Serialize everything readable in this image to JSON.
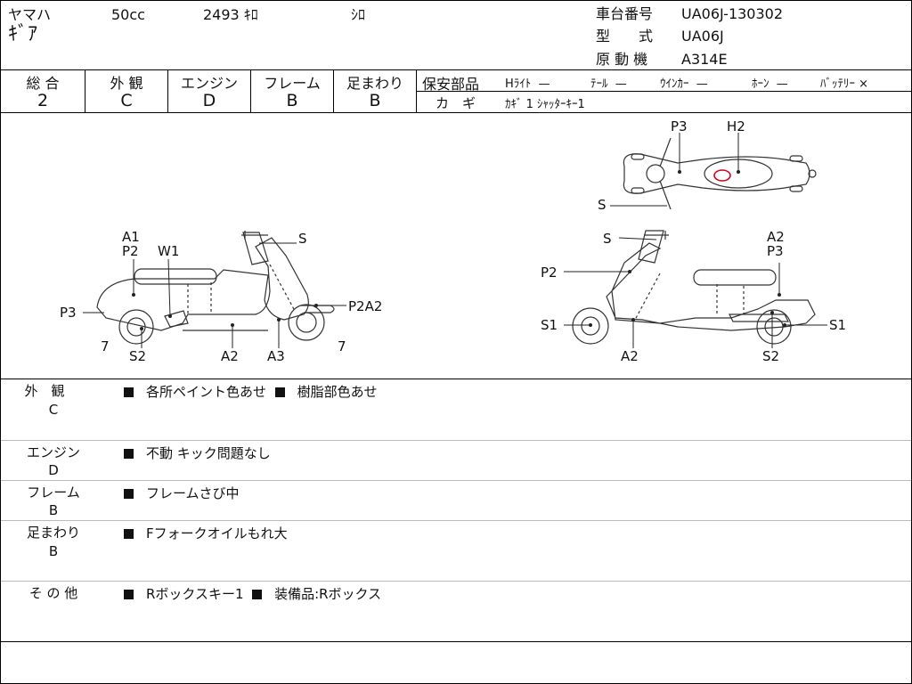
{
  "header": {
    "maker": "ヤマハ",
    "displacement": "50cc",
    "mileage": "2493 ｷﾛ",
    "color": "ｼﾛ",
    "model": "ｷﾞｱ",
    "frame_label": "車台番号",
    "frame_value": "UA06J-130302",
    "type_label": "型　　式",
    "type_value": "UA06J",
    "engine_label": "原 動 機",
    "engine_value": "A314E"
  },
  "grades": [
    {
      "label": "総 合",
      "value": "2"
    },
    {
      "label": "外 観",
      "value": "C"
    },
    {
      "label": "エンジン",
      "value": "D"
    },
    {
      "label": "フレーム",
      "value": "B"
    },
    {
      "label": "足まわり",
      "value": "B"
    }
  ],
  "safety": {
    "label": "保安部品",
    "items": [
      {
        "name": "Hﾗｲﾄ",
        "mark": "—"
      },
      {
        "name": "ﾃｰﾙ",
        "mark": "—"
      },
      {
        "name": "ｳｲﾝｶｰ",
        "mark": "—"
      },
      {
        "name": "ﾎｰﾝ",
        "mark": "—"
      },
      {
        "name": "ﾊﾞｯﾃﾘｰ",
        "mark": "×"
      }
    ],
    "key_label": "カ　ギ",
    "key_value": "ｶｷﾞ 1  ｼｬｯﾀｰｷｰ1"
  },
  "diagram_labels": {
    "left": [
      "A1",
      "P2",
      "W1",
      "S",
      "P3",
      "P2A2",
      "7",
      "S2",
      "A2",
      "A3",
      "7"
    ],
    "right": [
      "S",
      "A2",
      "P3",
      "P2",
      "S1",
      "S1",
      "A2",
      "S2"
    ],
    "top": [
      "P3",
      "H2",
      "S"
    ]
  },
  "sections": [
    {
      "label": "外　観",
      "grade": "C",
      "items": [
        "各所ペイント色あせ",
        "樹脂部色あせ"
      ]
    },
    {
      "label": "エンジン",
      "grade": "D",
      "items": [
        "不動 キック問題なし"
      ]
    },
    {
      "label": "フレーム",
      "grade": "B",
      "items": [
        "フレームさび中"
      ]
    },
    {
      "label": "足まわり",
      "grade": "B",
      "items": [
        "Fフォークオイルもれ大"
      ]
    },
    {
      "label": "そ の 他",
      "grade": "",
      "items": [
        "Rボックスキー1",
        "装備品:Rボックス"
      ]
    }
  ],
  "colors": {
    "line": "#000000",
    "drawing": "#333333",
    "mark": "#d0021b",
    "divider": "#bbbbbb"
  }
}
